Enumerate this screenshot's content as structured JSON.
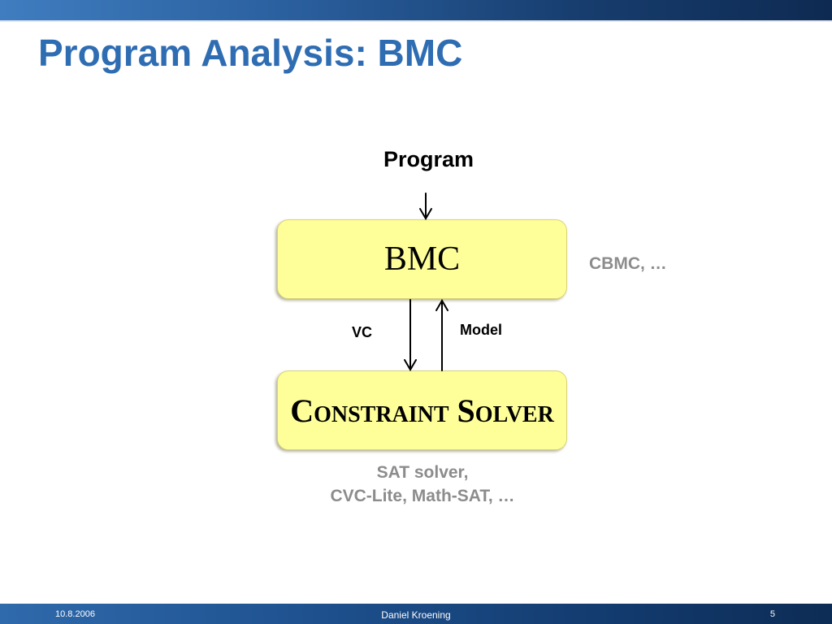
{
  "slide": {
    "title": "Program Analysis: BMC"
  },
  "diagram": {
    "input_label": "Program",
    "bmc_block": "BMC",
    "solver_block": "Constraint Solver",
    "down_edge_label": "VC",
    "up_edge_label": "Model",
    "bmc_examples": "CBMC, …",
    "solver_examples_line1": "SAT solver,",
    "solver_examples_line2": "CVC-Lite, Math-SAT, …"
  },
  "footer": {
    "date": "10.8.2006",
    "author": "Daniel Kroening",
    "page": "5"
  },
  "colors": {
    "title": "#2f6db3",
    "block_fill": "#ffff99",
    "note_gray": "#8c8c8c",
    "bar_dark": "#0e2a52",
    "bar_light": "#3f7dc0"
  }
}
